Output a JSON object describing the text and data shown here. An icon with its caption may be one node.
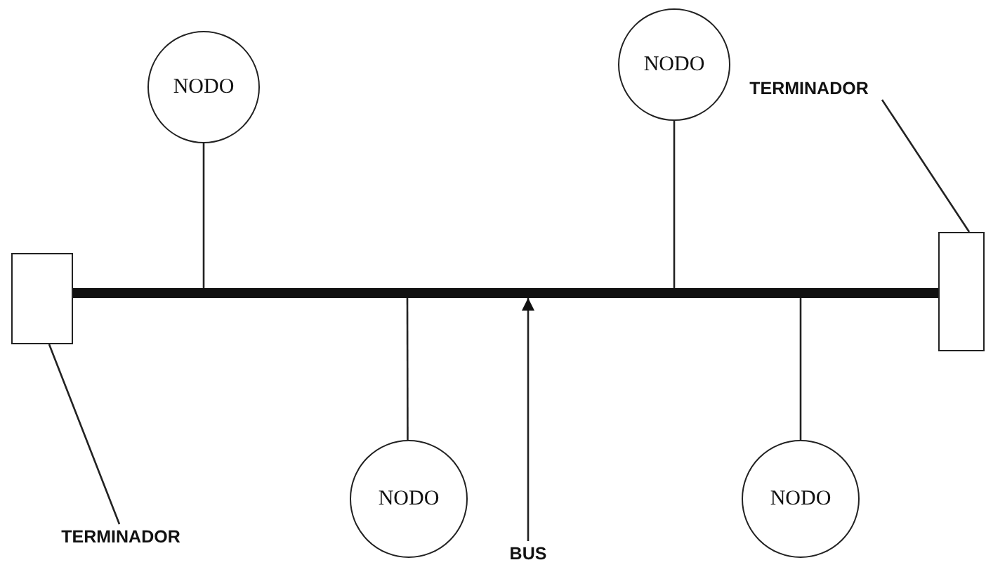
{
  "diagram": {
    "nodes": [
      {
        "text": [
          "NODO"
        ]
      },
      {
        "text": [
          "NODO"
        ]
      },
      {
        "text": [
          "TERMINADOR"
        ]
      },
      {
        "text": [],
        "shape": "box"
      },
      {
        "text": [],
        "shape": "bar"
      },
      {
        "text": [],
        "shape": "box"
      },
      {
        "text": [
          "NODO"
        ]
      },
      {
        "text": [
          "NODO"
        ]
      },
      {
        "text": [
          "TERMINADOR"
        ]
      },
      {
        "text": [
          "BUS"
        ]
      }
    ],
    "edges": [
      {
        "from": 0,
        "to": 4,
        "arrow": "none"
      },
      {
        "from": 1,
        "to": 4,
        "arrow": "none"
      },
      {
        "from": 6,
        "to": 4,
        "arrow": "none"
      },
      {
        "from": 7,
        "to": 4,
        "arrow": "none"
      },
      {
        "from": 2,
        "to": 5,
        "arrow": "none"
      },
      {
        "from": 8,
        "to": 3,
        "arrow": "none"
      },
      {
        "from": 9,
        "to": 4,
        "arrow": "to"
      }
    ]
  }
}
